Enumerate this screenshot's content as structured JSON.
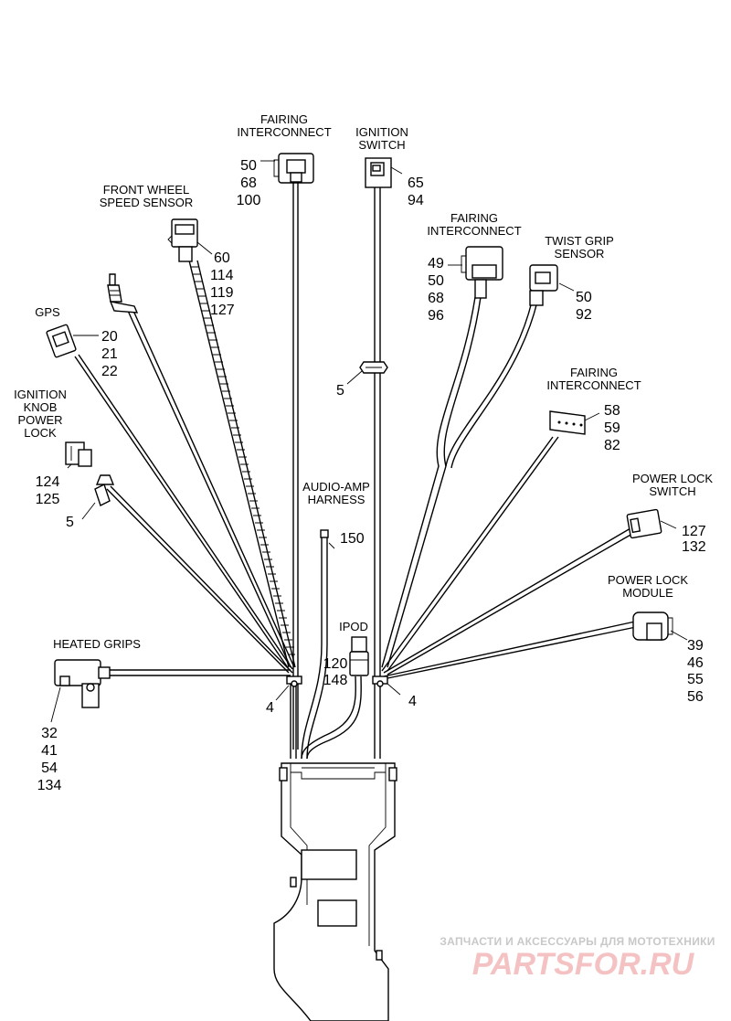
{
  "labels": {
    "fairing_interconnect_top": [
      "FAIRING",
      "INTERCONNECT"
    ],
    "ignition_switch": [
      "IGNITION",
      "SWITCH"
    ],
    "front_wheel_speed_sensor": [
      "FRONT WHEEL",
      "SPEED SENSOR"
    ],
    "fairing_interconnect_mid": [
      "FAIRING",
      "INTERCONNECT"
    ],
    "twist_grip_sensor": [
      "TWIST GRIP",
      "SENSOR"
    ],
    "gps": [
      "GPS"
    ],
    "ignition_knob_power_lock": [
      "IGNITION",
      "KNOB",
      "POWER",
      "LOCK"
    ],
    "fairing_interconnect_right": [
      "FAIRING",
      "INTERCONNECT"
    ],
    "audio_amp_harness": [
      "AUDIO-AMP",
      "HARNESS"
    ],
    "power_lock_switch": [
      "POWER LOCK",
      "SWITCH"
    ],
    "ipod": [
      "IPOD"
    ],
    "power_lock_module": [
      "POWER LOCK",
      "MODULE"
    ],
    "heated_grips": [
      "HEATED GRIPS"
    ]
  },
  "part_numbers": {
    "fairing_interconnect_top": [
      "50",
      "68",
      "100"
    ],
    "ignition_switch": [
      "65",
      "94"
    ],
    "front_wheel_speed_sensor": [
      "60",
      "114",
      "119",
      "127"
    ],
    "fairing_interconnect_mid": [
      "49",
      "50",
      "68",
      "96"
    ],
    "twist_grip_sensor": [
      "50",
      "92"
    ],
    "gps": [
      "20",
      "21",
      "22"
    ],
    "clip_center": [
      "5"
    ],
    "ignition_knob_power_lock": [
      "124",
      "125"
    ],
    "clip_left": [
      "5"
    ],
    "fairing_interconnect_right": [
      "58",
      "59",
      "82"
    ],
    "audio_amp_harness": [
      "150"
    ],
    "power_lock_switch": [
      "127",
      "132"
    ],
    "ipod": [
      "120",
      "148"
    ],
    "power_lock_module": [
      "39",
      "46",
      "55",
      "56"
    ],
    "heated_grips": [
      "32",
      "41",
      "54",
      "134"
    ],
    "cable_tie_left": [
      "4"
    ],
    "cable_tie_right": [
      "4"
    ]
  },
  "watermark": {
    "tagline": "ЗАПЧАСТИ И АКСЕССУАРЫ ДЛЯ МОТОТЕХНИКИ",
    "brand": "PARTSFOR.RU"
  }
}
